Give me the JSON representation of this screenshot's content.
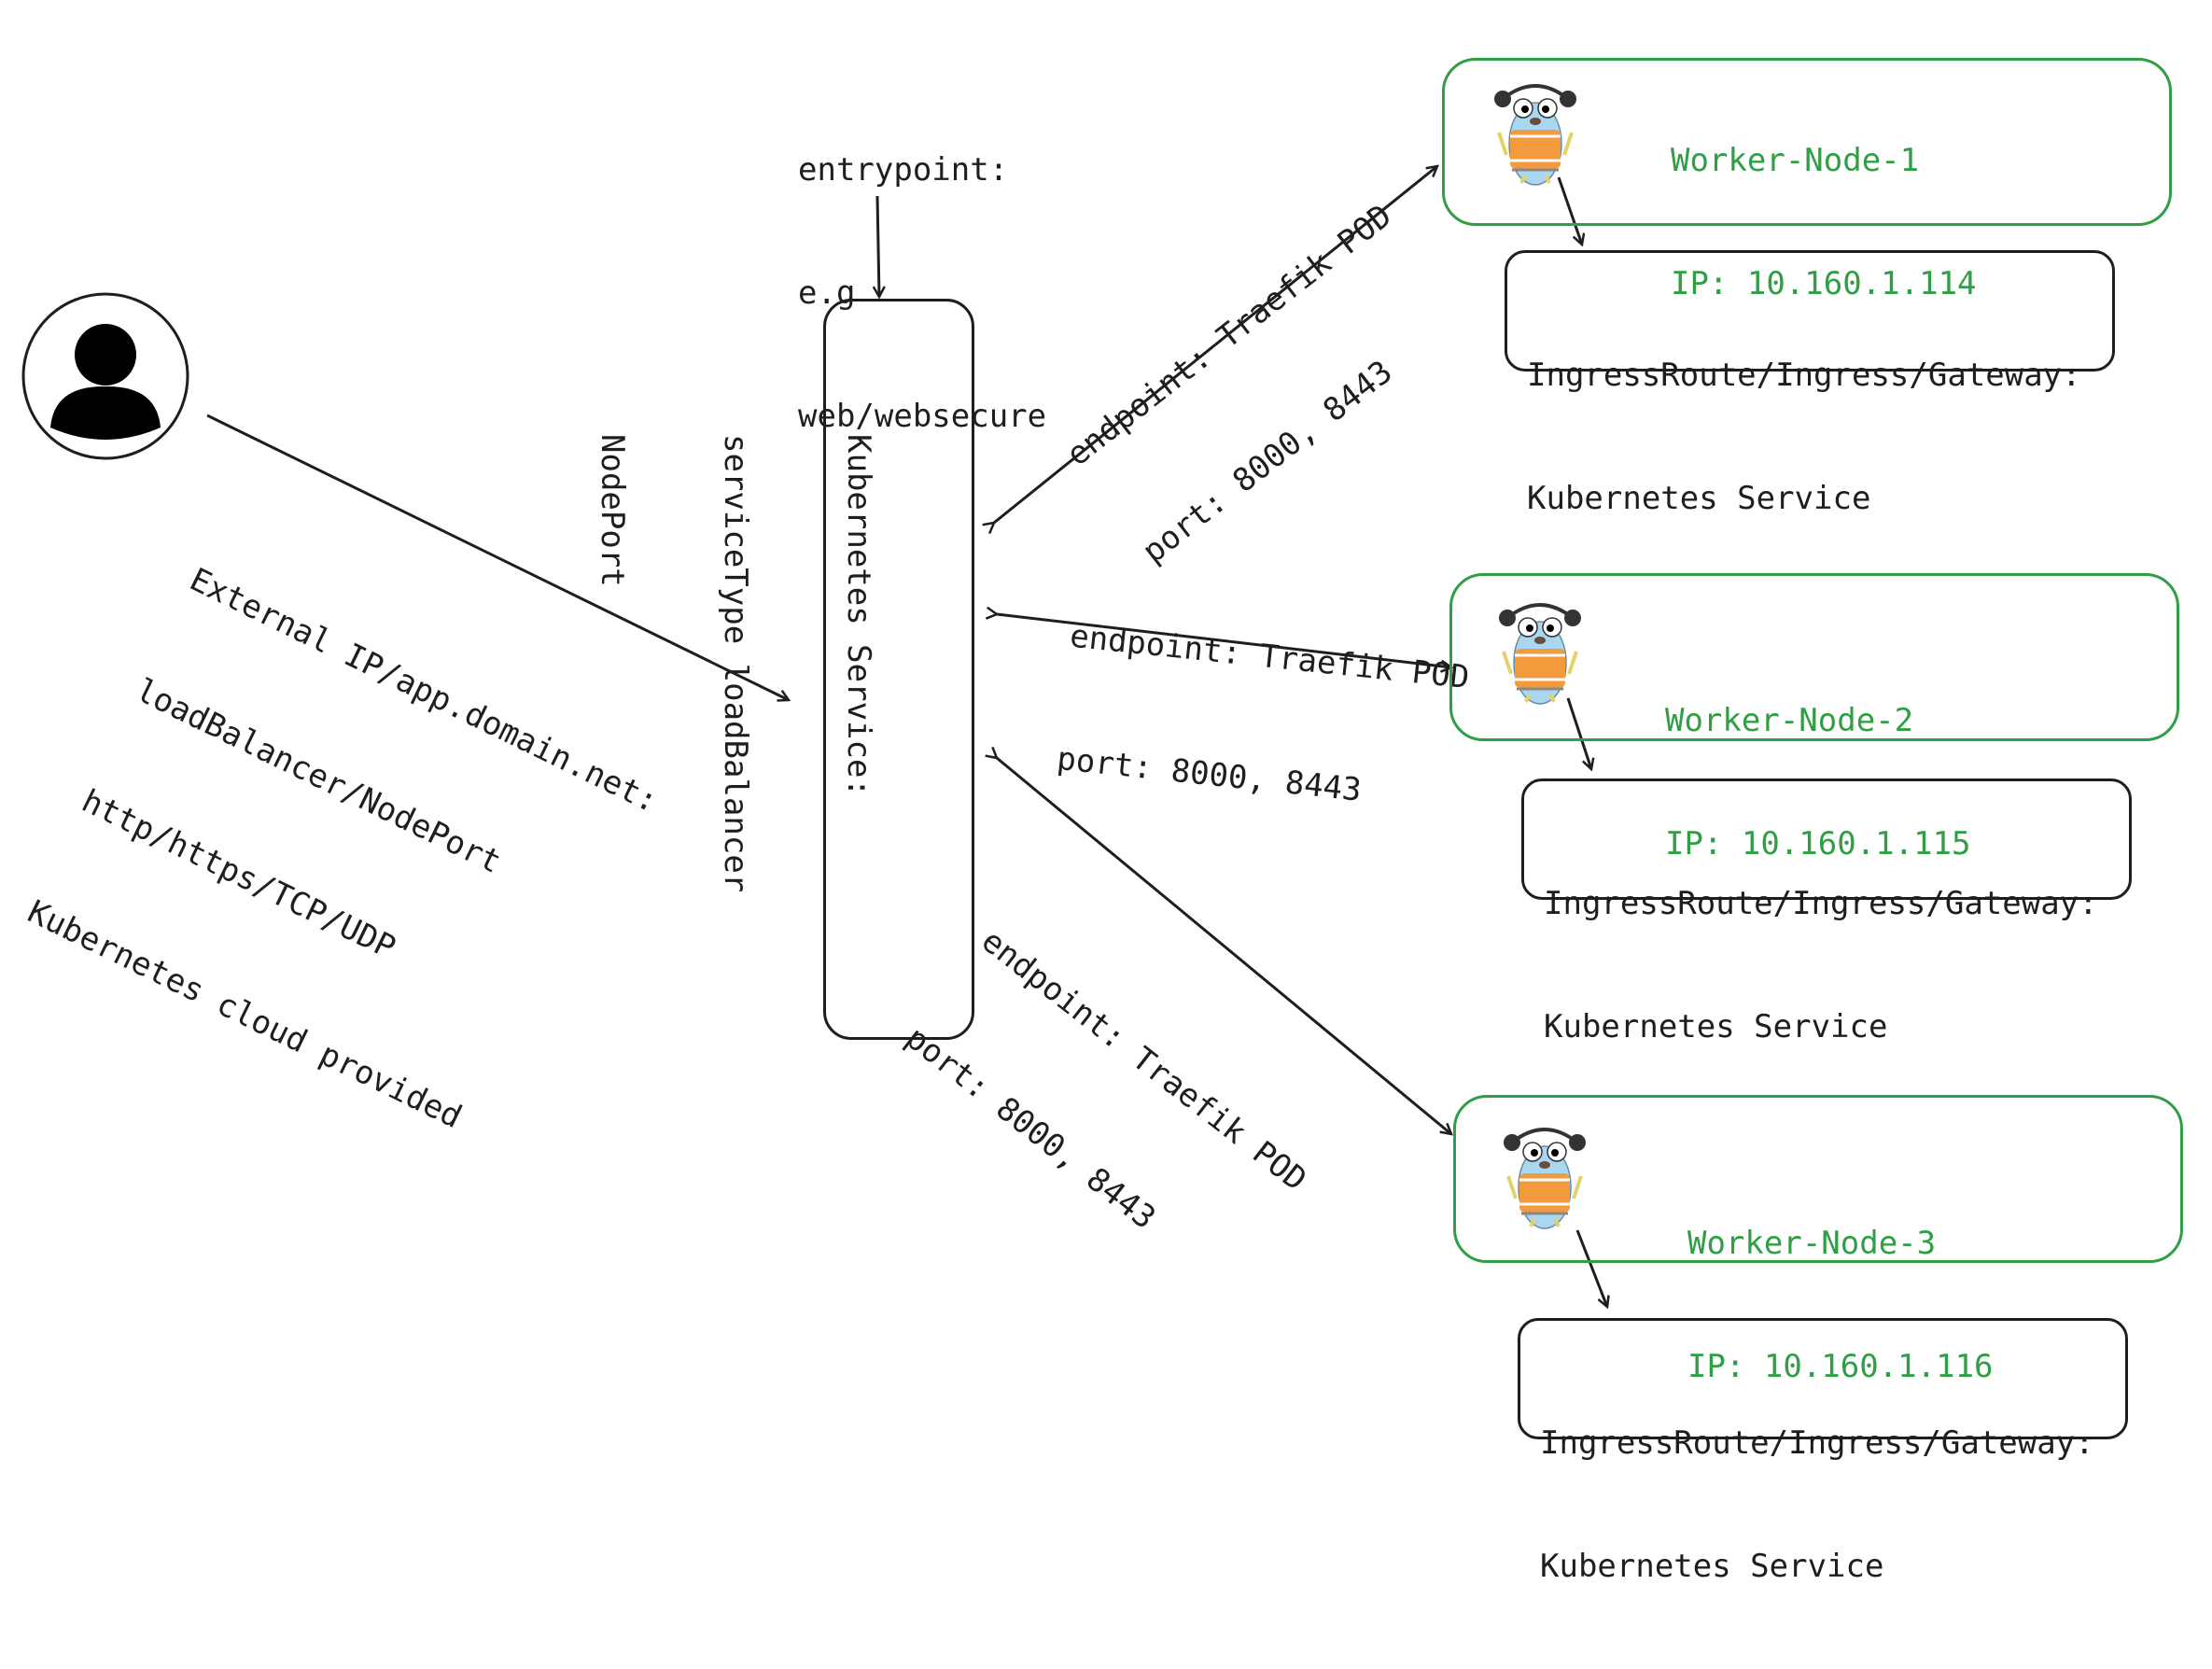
{
  "user": {
    "icon": "user-avatar-icon"
  },
  "external_label": {
    "lines": [
      "External IP/app.domain.net:",
      "loadBalancer/NodePort",
      "http/https/TCP/UDP",
      "Kubernetes cloud provided"
    ]
  },
  "entrypoint_label": {
    "lines": [
      "entrypoint:",
      "e.g",
      "web/websecure"
    ]
  },
  "k8s_service": {
    "lines": [
      "Kubernetes Service:",
      "serviceType loadBalancer",
      "NodePort"
    ]
  },
  "endpoints": [
    {
      "lines": [
        "endpoint: Traefik POD",
        "port: 8000, 8443"
      ]
    },
    {
      "lines": [
        "endpoint: Traefik POD",
        "port: 8000, 8443"
      ]
    },
    {
      "lines": [
        "endpoint: Traefik POD",
        "port: 8000, 8443"
      ]
    }
  ],
  "nodes": [
    {
      "name": "Worker-Node-1",
      "ip": "IP: 10.160.1.114",
      "icon": "traefik-gopher-icon"
    },
    {
      "name": "Worker-Node-2",
      "ip": "IP: 10.160.1.115",
      "icon": "traefik-gopher-icon"
    },
    {
      "name": "Worker-Node-3",
      "ip": "IP: 10.160.1.116",
      "icon": "traefik-gopher-icon"
    }
  ],
  "ingress_boxes": [
    {
      "line1": "IngressRoute/Ingress/Gateway:",
      "line2": "Kubernetes Service"
    },
    {
      "line1": "IngressRoute/Ingress/Gateway:",
      "line2": "Kubernetes Service"
    },
    {
      "line1": "IngressRoute/Ingress/Gateway:",
      "line2": "Kubernetes Service"
    }
  ],
  "colors": {
    "stroke": "#1e1e1e",
    "node_green": "#2f9e44",
    "gopher_orange": "#f39a3c",
    "gopher_blue": "#a9d6f0"
  }
}
